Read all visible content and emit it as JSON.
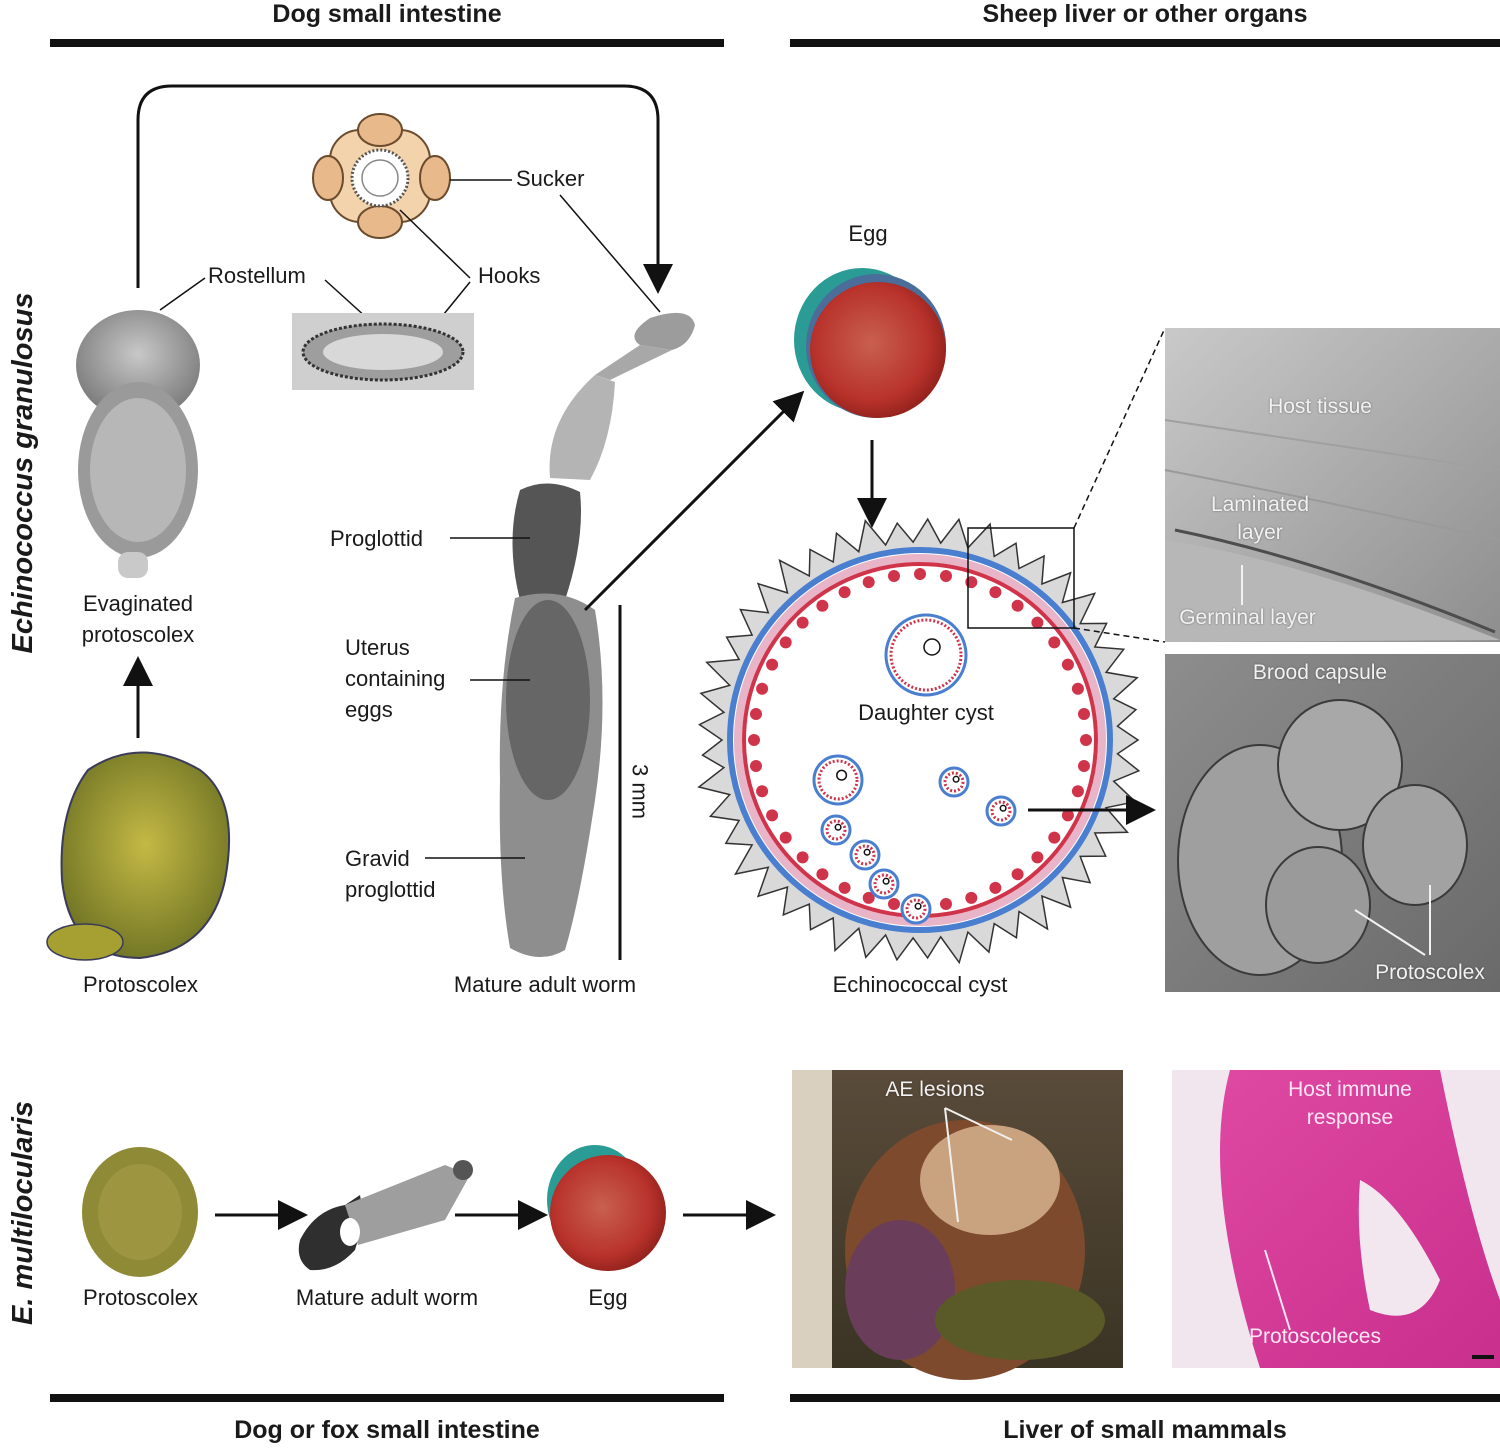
{
  "headers": {
    "top_left": "Dog small intestine",
    "top_right": "Sheep liver or other organs",
    "bottom_left": "Dog  or fox small intestine",
    "bottom_right": "Liver of small mammals"
  },
  "side_labels": {
    "granulosus": "Echinococcus granulosus",
    "multilocularis": "E. multilocularis"
  },
  "granulosus": {
    "rostellum": "Rostellum",
    "sucker": "Sucker",
    "hooks": "Hooks",
    "evaginated_line1": "Evaginated",
    "evaginated_line2": "protoscolex",
    "protoscolex": "Protoscolex",
    "proglottid": "Proglottid",
    "uterus_line1": "Uterus",
    "uterus_line2": "containing",
    "uterus_line3": "eggs",
    "gravid_line1": "Gravid",
    "gravid_line2": "proglottid",
    "scale": "3 mm",
    "mature_worm": "Mature adult worm",
    "egg": "Egg",
    "daughter_cyst": "Daughter cyst",
    "echinococcal_cyst": "Echinococcal cyst",
    "host_tissue": "Host tissue",
    "laminated_line1": "Laminated",
    "laminated_line2": "layer",
    "germinal_layer": "Germinal layer",
    "brood_capsule": "Brood capsule",
    "protoscolex_micro": "Protoscolex"
  },
  "multilocularis": {
    "protoscolex": "Protoscolex",
    "mature_worm": "Mature adult worm",
    "egg": "Egg",
    "ae_lesions": "AE lesions",
    "immune_line1": "Host immune",
    "immune_line2": "response",
    "protoscoleces": "Protoscoleces"
  },
  "colors": {
    "egg_red": "#c8322b",
    "egg_teal": "#2a9c95",
    "cyst_blue": "#4a7fd0",
    "cyst_red": "#d0344a",
    "cyst_pink": "#e8b4c8",
    "cyst_gray": "#d9d9d9",
    "protoscolex_yellow": "#9b9a2e",
    "he_pink": "#d8379a"
  }
}
